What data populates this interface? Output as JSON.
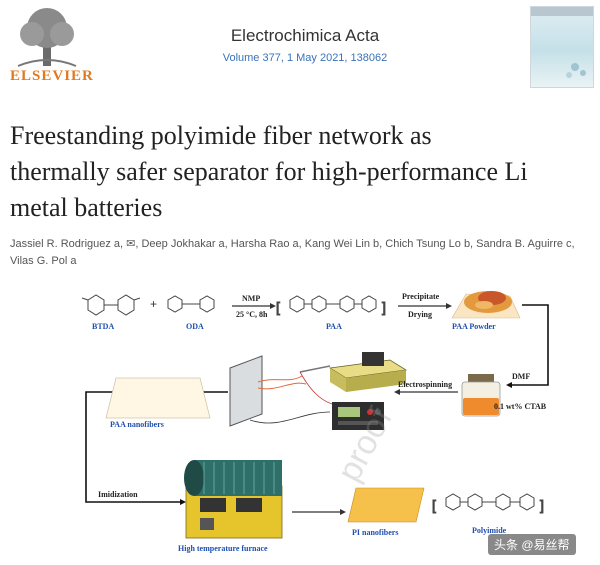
{
  "header": {
    "publisher": "ELSEVIER",
    "journal": "Electrochimica Acta",
    "volume_line": "Volume 377, 1 May 2021, 138062"
  },
  "article": {
    "title_lines": [
      "Freestanding polyimide fiber network as",
      "thermally safer separator for high-performance Li",
      "metal batteries"
    ],
    "authors_line1": "Jassiel R. Rodriguez a, ✉, Deep Jokhakar a, Harsha Rao a, Kang Wei Lin b, Chich Tsung Lo b, Sandra B. Aguirre c,",
    "authors_line2": "Vilas G. Pol a"
  },
  "diagram": {
    "btda": "BTDA",
    "oda": "ODA",
    "nmp": "NMP",
    "nmp_cond": "25 °C, 8h",
    "paa": "PAA",
    "precipitate": "Precipitate",
    "drying": "Drying",
    "paa_powder": "PAA Powder",
    "dmf": "DMF",
    "ctab": "0.1 wt% CTAB",
    "electrospinning": "Electrospinning",
    "paa_nanofibers": "PAA nanofibers",
    "imidization": "Imidization",
    "furnace": "High temperature furnace",
    "pi_nanofibers": "PI nanofibers",
    "polyimide": "Polyimide"
  },
  "watermark": "proof",
  "corner_tag": "头条 @易丝帮",
  "colors": {
    "elsevier_orange": "#e3781f",
    "link_blue": "#3a72b8",
    "label_blue": "#1f4fb0"
  }
}
